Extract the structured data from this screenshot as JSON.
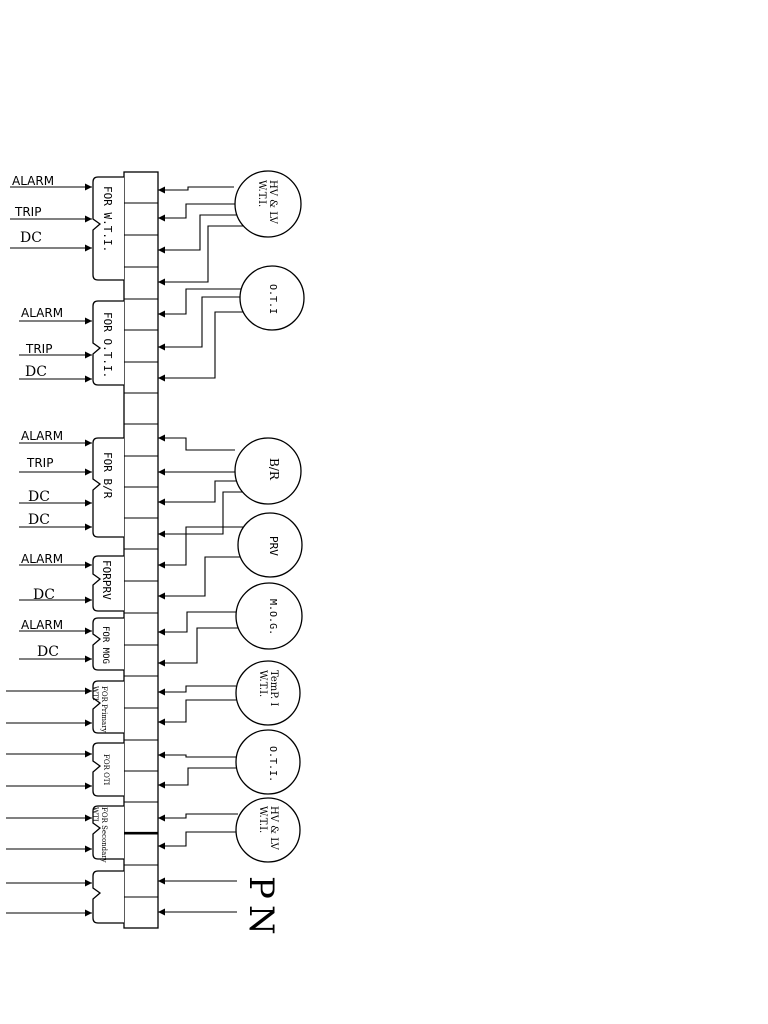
{
  "inputs": [
    {
      "text": "ALARM",
      "font": "sans"
    },
    {
      "text": "TRIP",
      "font": "sans"
    },
    {
      "text": "DC",
      "font": "serif"
    },
    {
      "text": "ALARM",
      "font": "sans"
    },
    {
      "text": "TRIP",
      "font": "sans"
    },
    {
      "text": "DC",
      "font": "serif"
    },
    {
      "text": "ALARM",
      "font": "sans"
    },
    {
      "text": "TRIP",
      "font": "sans"
    },
    {
      "text": "DC",
      "font": "serif"
    },
    {
      "text": "DC",
      "font": "serif"
    },
    {
      "text": "ALARM",
      "font": "sans"
    },
    {
      "text": "DC",
      "font": "serif"
    },
    {
      "text": "ALARM",
      "font": "sans"
    },
    {
      "text": "DC",
      "font": "serif"
    }
  ],
  "groups": [
    {
      "label": "FOR W.T.I.",
      "style": "mono"
    },
    {
      "label": "FOR O.T.I.",
      "style": "mono"
    },
    {
      "label": "FOR B/R",
      "style": "mono"
    },
    {
      "label": "FORPRV",
      "style": "mono"
    },
    {
      "label": "FOR MOG",
      "style": "mono"
    },
    {
      "label": [
        "FOR Primary",
        "WTI"
      ],
      "style": "small"
    },
    {
      "label": "FOR OTI",
      "style": "small"
    },
    {
      "label": [
        "FOR Secondary",
        "WTI"
      ],
      "style": "small"
    },
    {
      "label": "",
      "style": "none"
    }
  ],
  "devices": [
    {
      "lines": [
        "HV & LV",
        "W.T.I."
      ],
      "font": "serif"
    },
    {
      "lines": [
        "O.T.I"
      ],
      "font": "mono"
    },
    {
      "lines": [
        "B/R"
      ],
      "font": "serif"
    },
    {
      "lines": [
        "PRV"
      ],
      "font": "mono"
    },
    {
      "lines": [
        "M.O.G."
      ],
      "font": "mono"
    },
    {
      "lines": [
        "TemP. I",
        "W.T.I."
      ],
      "font": "serif"
    },
    {
      "lines": [
        "O.T.I."
      ],
      "font": "mono"
    },
    {
      "lines": [
        "HV & LV",
        "W.T.I."
      ],
      "font": "serif"
    }
  ],
  "supply": [
    {
      "text": "P"
    },
    {
      "text": "N"
    }
  ]
}
